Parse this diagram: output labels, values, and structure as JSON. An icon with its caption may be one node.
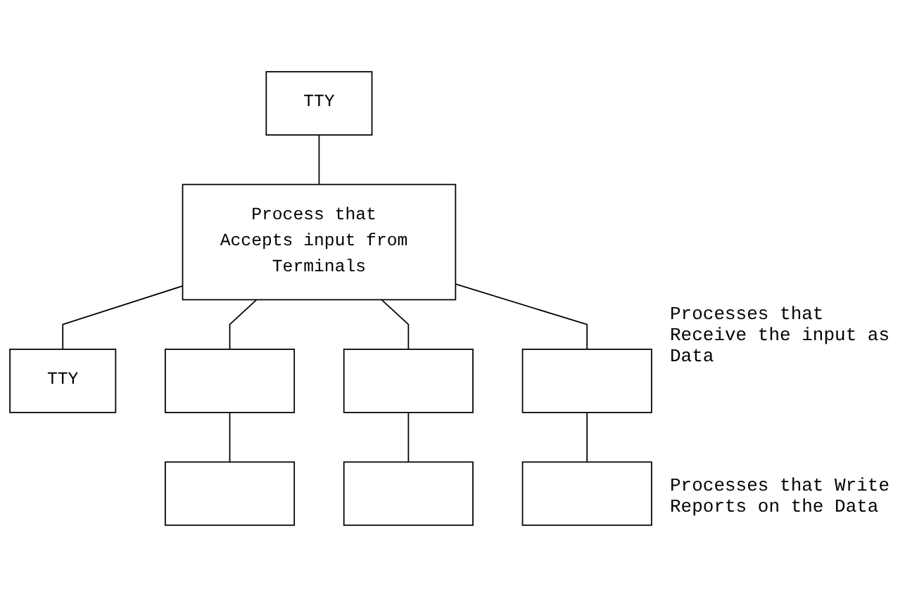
{
  "diagram": {
    "nodes": [
      {
        "text": [
          "TTY"
        ]
      },
      {
        "text": [
          "Process that Accepts input from Terminals"
        ]
      },
      {
        "text": [
          "TTY"
        ]
      },
      {
        "text": [],
        "shape": "box"
      },
      {
        "text": [],
        "shape": "box"
      },
      {
        "text": [],
        "shape": "box"
      },
      {
        "text": [],
        "shape": "box"
      },
      {
        "text": [],
        "shape": "box"
      },
      {
        "text": [],
        "shape": "box"
      }
    ],
    "edges": [
      {
        "from": 0,
        "to": 1,
        "arrow": "none"
      },
      {
        "from": 1,
        "to": 2,
        "arrow": "none"
      },
      {
        "from": 1,
        "to": 3,
        "arrow": "none"
      },
      {
        "from": 1,
        "to": 4,
        "arrow": "none"
      },
      {
        "from": 1,
        "to": 5,
        "arrow": "none"
      },
      {
        "from": 3,
        "to": 6,
        "arrow": "none"
      },
      {
        "from": 4,
        "to": 7,
        "arrow": "none"
      },
      {
        "from": 5,
        "to": 8,
        "arrow": "none"
      }
    ],
    "labels": [
      "Processes that Receive the input as Data",
      "Processes that Write Reports on the Data"
    ]
  }
}
